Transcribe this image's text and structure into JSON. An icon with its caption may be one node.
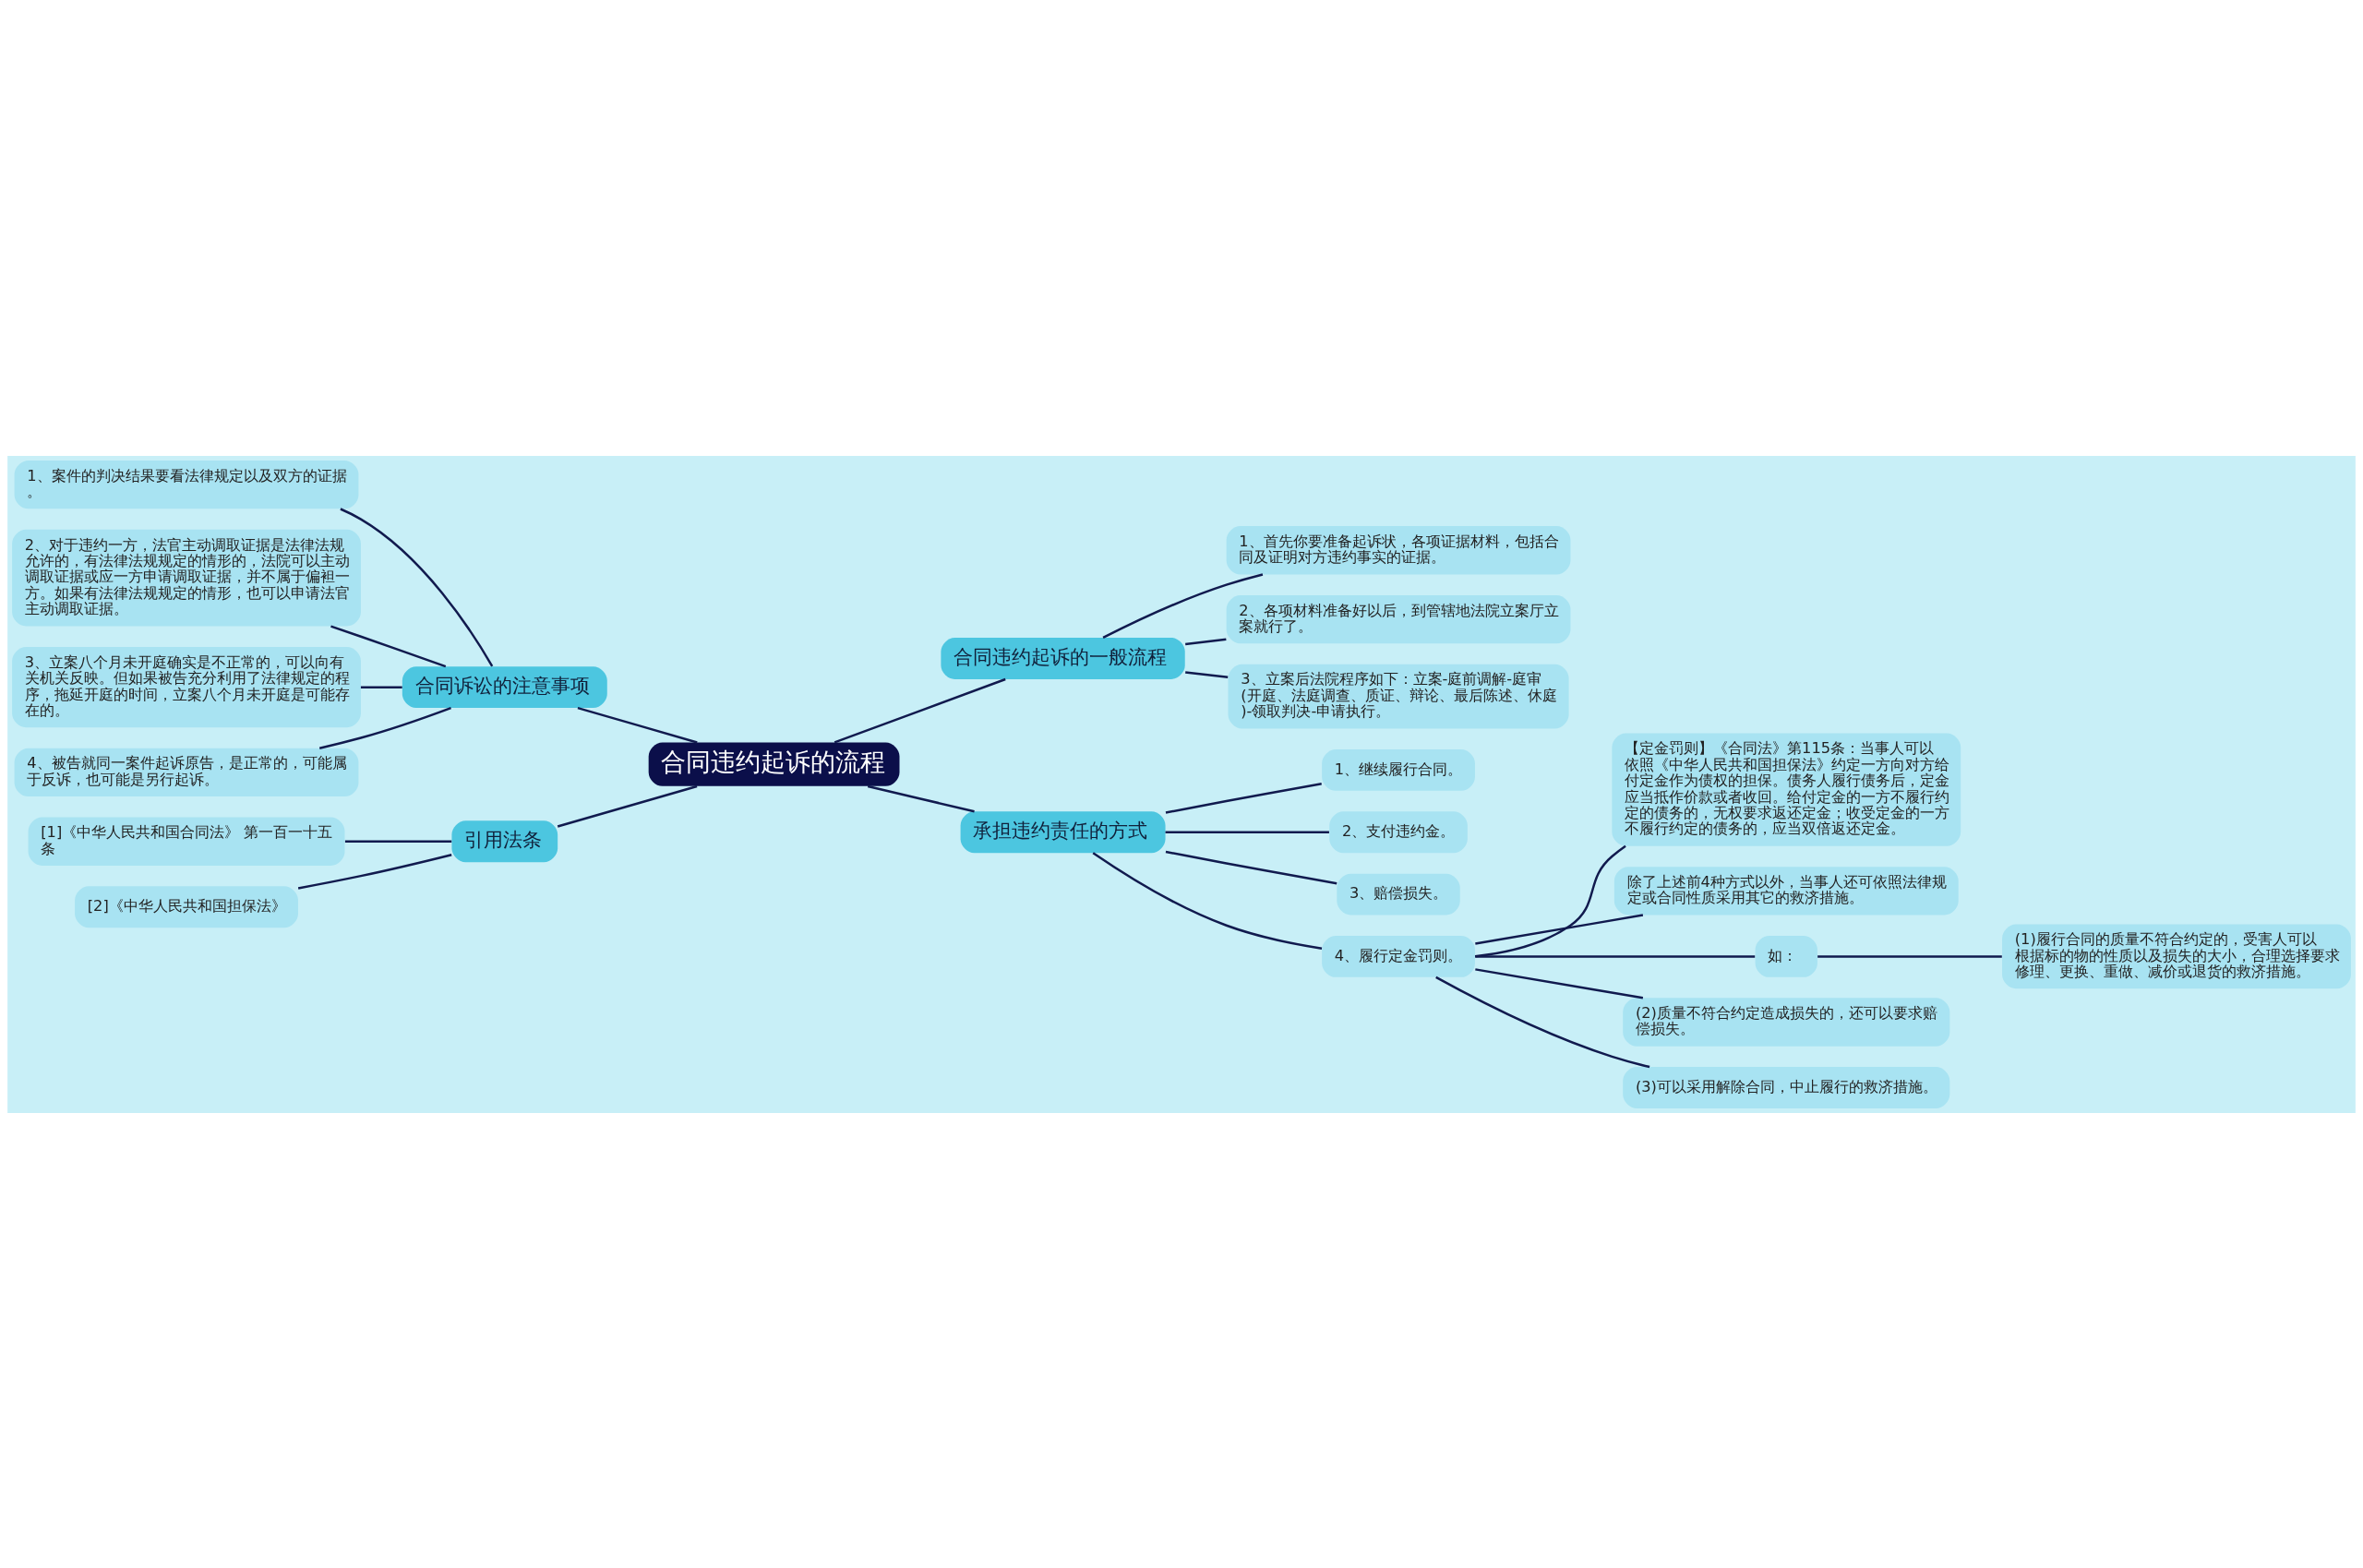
{
  "diagram": {
    "nodes": [
      {
        "text": [
          "合同违约起诉的流程"
        ]
      },
      {
        "text": [
          "合同违约起诉的一般流程"
        ]
      },
      {
        "text": [
          "1、首先你要准备起诉状，各项证据材料，包括合同及证明对方违约事实的证据。"
        ]
      },
      {
        "text": [
          "2、各项材料准备好以后，到管辖地法院立案厅立案就行了。"
        ]
      },
      {
        "text": [
          "3、立案后法院程序如下：立案-庭前调解-庭审(开庭、法庭调查、质证、辩论、最后陈述、休庭)-领取判决-申请执行。"
        ]
      },
      {
        "text": [
          "承担违约责任的方式"
        ]
      },
      {
        "text": [
          "1、继续履行合同。"
        ]
      },
      {
        "text": [
          "2、支付违约金。"
        ]
      },
      {
        "text": [
          "3、赔偿损失。"
        ]
      },
      {
        "text": [
          "4、履行定金罚则。"
        ]
      },
      {
        "text": [
          "【定金罚则】《合同法》第115条：当事人可以依照《中华人民共和国担保法》约定一方向对方给付定金作为债权的担保。债务人履行债务后，定金应当抵作价款或者收回。给付定金的一方不履行约定的债务的，无权要求返还定金；收受定金的一方不履行约定的债务的，应当双倍返还定金。"
        ]
      },
      {
        "text": [
          "除了上述前4种方式以外，当事人还可依照法律规定或合同性质采用其它的救济措施。"
        ]
      },
      {
        "text": [
          "如："
        ]
      },
      {
        "text": [
          "(1)履行合同的质量不符合约定的，受害人可以根据标的物的性质以及损失的大小，合理选择要求修理、更换、重做、减价或退货的救济措施。"
        ]
      },
      {
        "text": [
          "(2)质量不符合约定造成损失的，还可以要求赔偿损失。"
        ]
      },
      {
        "text": [
          "(3)可以采用解除合同，中止履行的救济措施。"
        ]
      },
      {
        "text": [
          "合同诉讼的注意事项"
        ]
      },
      {
        "text": [
          "1、案件的判决结果要看法律规定以及双方的证据。"
        ]
      },
      {
        "text": [
          "2、对于违约一方，法官主动调取证据是法律法规允许的，有法律法规规定的情形的，法院可以主动调取证据或应一方申请调取证据，并不属于偏袒一方。如果有法律法规规定的情形，也可以申请法官主动调取证据。"
        ]
      },
      {
        "text": [
          "3、立案八个月未开庭确实是不正常的，可以向有关机关反映。但如果被告充分利用了法律规定的程序，拖延开庭的时间，立案八个月未开庭是可能存在的。"
        ]
      },
      {
        "text": [
          "4、被告就同一案件起诉原告，是正常的，可能属于反诉，也可能是另行起诉。"
        ]
      },
      {
        "text": [
          "引用法条"
        ]
      },
      {
        "text": [
          "[1]《中华人民共和国合同法》 第一百一十五条"
        ]
      },
      {
        "text": [
          "[2]《中华人民共和国担保法》"
        ]
      }
    ],
    "edges": [
      {
        "from": 0,
        "to": 1,
        "arrow": "none"
      },
      {
        "from": 1,
        "to": 2,
        "arrow": "none"
      },
      {
        "from": 1,
        "to": 3,
        "arrow": "none"
      },
      {
        "from": 1,
        "to": 4,
        "arrow": "none"
      },
      {
        "from": 0,
        "to": 5,
        "arrow": "none"
      },
      {
        "from": 5,
        "to": 6,
        "arrow": "none"
      },
      {
        "from": 5,
        "to": 7,
        "arrow": "none"
      },
      {
        "from": 5,
        "to": 8,
        "arrow": "none"
      },
      {
        "from": 5,
        "to": 9,
        "arrow": "none"
      },
      {
        "from": 9,
        "to": 10,
        "arrow": "none"
      },
      {
        "from": 9,
        "to": 11,
        "arrow": "none"
      },
      {
        "from": 9,
        "to": 12,
        "arrow": "none"
      },
      {
        "from": 12,
        "to": 13,
        "arrow": "none"
      },
      {
        "from": 9,
        "to": 14,
        "arrow": "none"
      },
      {
        "from": 9,
        "to": 15,
        "arrow": "none"
      },
      {
        "from": 0,
        "to": 16,
        "arrow": "none"
      },
      {
        "from": 16,
        "to": 17,
        "arrow": "none"
      },
      {
        "from": 16,
        "to": 18,
        "arrow": "none"
      },
      {
        "from": 16,
        "to": 19,
        "arrow": "none"
      },
      {
        "from": 16,
        "to": 20,
        "arrow": "none"
      },
      {
        "from": 0,
        "to": 21,
        "arrow": "none"
      },
      {
        "from": 21,
        "to": 22,
        "arrow": "none"
      },
      {
        "from": 21,
        "to": 23,
        "arrow": "none"
      }
    ]
  }
}
